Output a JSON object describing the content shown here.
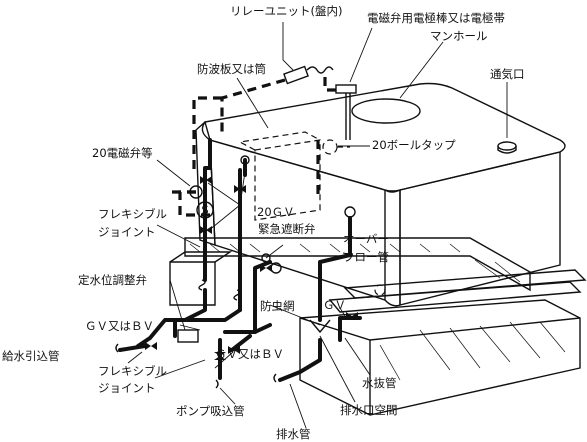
{
  "labels": {
    "relay_unit": "リレーユニット(盤内)",
    "electrode": "電磁弁用電極棒又は電極帯",
    "manhole": "マンホール",
    "baffle": "防波板又は筒",
    "vent": "通気口",
    "solenoid20": "20電磁弁等",
    "ball_tap20": "20ボールタップ",
    "gv20": "20ＧＶ",
    "flexible_joint_1_line1": "フレキシブル",
    "flexible_joint_1_line2": "ジョイント",
    "emergency_valve": "緊急遮断弁",
    "overflow_line1": "オーバー",
    "overflow_line2": "フロー管",
    "level_valve": "定水位調整弁",
    "insect_screen": "防虫網",
    "gv_or_bv_1": "ＧＶ又はＢＶ",
    "gv": "ＧＶ",
    "supply_pipe": "給水引込管",
    "flexible_joint_2_line1": "フレキシブル",
    "flexible_joint_2_line2": "ジョイント",
    "gv_or_bv_2": "ＧＶ又はＢＶ",
    "drain_pipe": "水抜管",
    "pump_suction": "ポンプ吸込管",
    "drain_gap": "排水口空間",
    "drain": "排水管",
    "solenoid_symbol": "S"
  }
}
